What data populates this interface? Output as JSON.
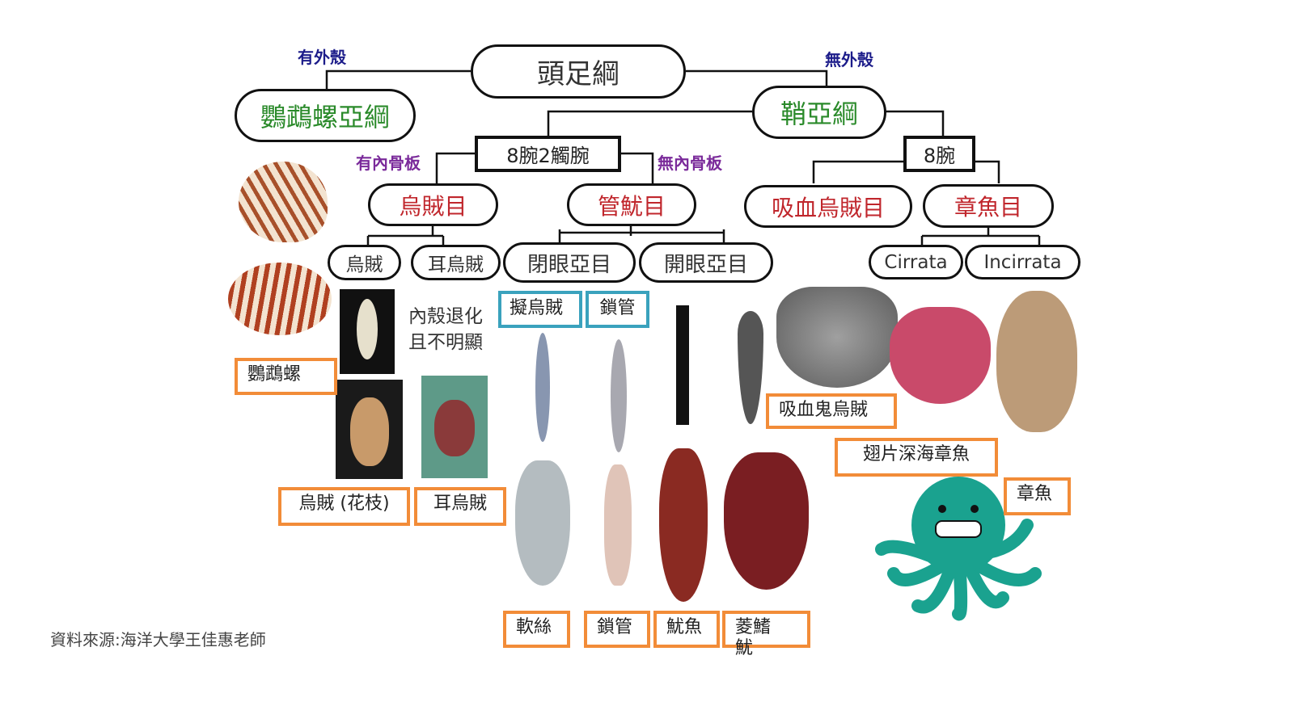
{
  "root": "頭足綱",
  "branch_labels": {
    "has_shell": "有外殼",
    "no_shell": "無外殼",
    "has_inner": "有內骨板",
    "no_inner": "無內骨板"
  },
  "subclasses": {
    "nautiloidea": "鸚鵡螺亞綱",
    "coleoidea": "鞘亞綱"
  },
  "groups": {
    "decapod": "8腕2觸腕",
    "octopod": "8腕"
  },
  "orders": {
    "sepiida": "烏賊目",
    "teuthida": "管魷目",
    "vampyro": "吸血烏賊目",
    "octopoda": "章魚目"
  },
  "suborders": {
    "cuttlefish": "烏賊",
    "bobtail": "耳烏賊",
    "myopsida": "閉眼亞目",
    "oegopsida": "開眼亞目",
    "cirrata": "Cirrata",
    "incirrata": "Incirrata"
  },
  "blue_boxes": {
    "sepioteuthis": "擬烏賊",
    "loligo": "鎖管"
  },
  "note": "內殼退化且不明顯",
  "species_labels": {
    "nautilus": "鸚鵡螺",
    "cuttlefish": "烏賊 (花枝)",
    "bobtail": "耳烏賊",
    "vampire": "吸血鬼烏賊",
    "dumbo": "翅片深海章魚",
    "octopus": "章魚",
    "bigfin_reef": "軟絲",
    "loligo": "鎖管",
    "squid": "魷魚",
    "diamond": "菱鰭魷"
  },
  "source": "資料來源:海洋大學王佳惠老師",
  "colors": {
    "green": "#2a8a2a",
    "red": "#c0262c",
    "navy": "#1c1c8a",
    "purple": "#7a2a9a",
    "orange": "#f28c38",
    "teal": "#3aa2bd"
  }
}
